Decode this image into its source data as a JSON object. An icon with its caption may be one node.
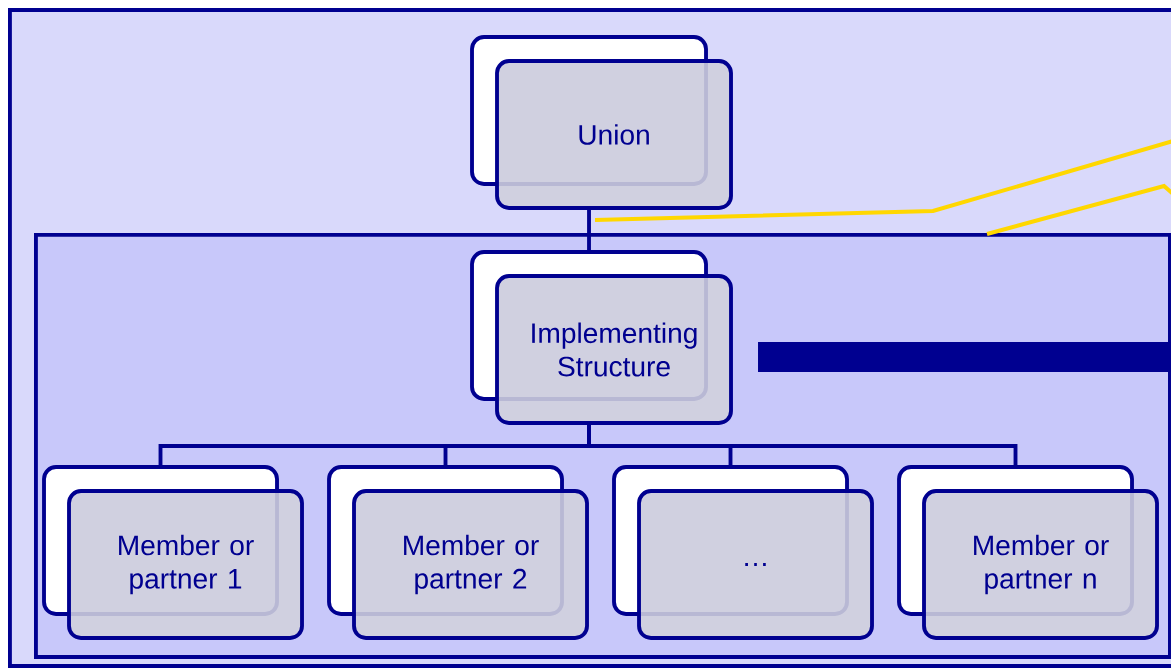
{
  "diagram": {
    "nodes": [
      {
        "text": [],
        "shape": "box"
      },
      {
        "text": [
          "Union"
        ],
        "in": 0
      },
      {
        "text": [],
        "shape": "box",
        "in": 0
      },
      {
        "text": [
          "Implementing Structure"
        ],
        "in": 2
      },
      {
        "text": [
          "Member or partner 1"
        ],
        "in": 2
      },
      {
        "text": [
          "Member or partner 2"
        ],
        "in": 2
      },
      {
        "text": [
          "…"
        ],
        "in": 2
      },
      {
        "text": [
          "Member or partner n"
        ],
        "in": 2
      }
    ],
    "edges": [
      {
        "from": 1,
        "to": 3,
        "arrow": "none"
      },
      {
        "from": 3,
        "to": 4,
        "arrow": "none"
      },
      {
        "from": 3,
        "to": 5,
        "arrow": "none"
      },
      {
        "from": 3,
        "to": 6,
        "arrow": "none"
      },
      {
        "from": 3,
        "to": 7,
        "arrow": "none"
      }
    ]
  }
}
